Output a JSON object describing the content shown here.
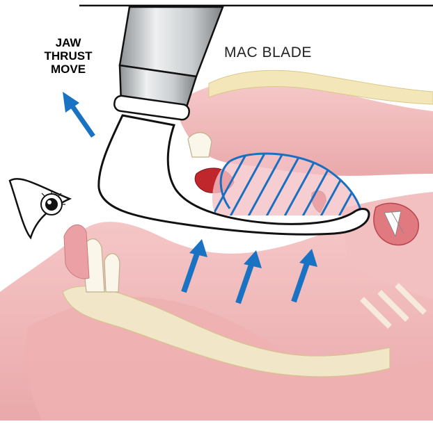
{
  "labels": {
    "jaw_line1": "JAW",
    "jaw_line2": "THRUST",
    "jaw_line3": "MOVE",
    "blade": "MAC BLADE"
  },
  "colors": {
    "arrow": "#1a73c2",
    "tissue": "#f2b8b8",
    "tissue_dark": "#d98a8a",
    "bone": "#f1e6c8",
    "epiglottis": "#c0272d",
    "hatch": "#1a6fc0",
    "handle_grey": "#bfc3c6"
  },
  "icons": [
    "eye-icon",
    "jaw-thrust-arrow-icon",
    "lift-arrow-icon"
  ]
}
